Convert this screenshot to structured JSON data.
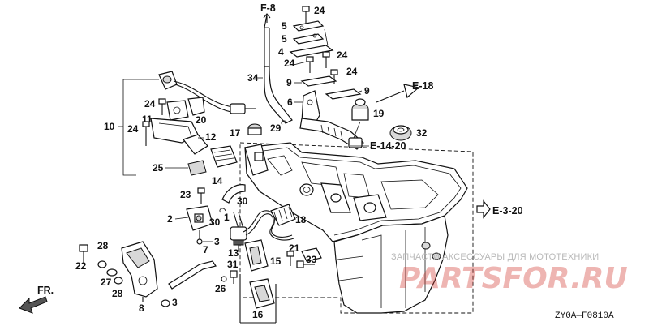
{
  "diagram": {
    "references": {
      "f8": "F-8",
      "e18": "E-18",
      "e1420": "E-14-20",
      "e320": "E-3-20",
      "fr": "FR."
    },
    "part_numbers": {
      "p1": "1",
      "p2": "2",
      "p3a": "3",
      "p3b": "3",
      "p4": "4",
      "p5a": "5",
      "p5b": "5",
      "p6": "6",
      "p7": "7",
      "p8": "8",
      "p9a": "9",
      "p9b": "9",
      "p10": "10",
      "p11": "11",
      "p12": "12",
      "p13": "13",
      "p14": "14",
      "p15": "15",
      "p16": "16",
      "p17": "17",
      "p18": "18",
      "p19": "19",
      "p20": "20",
      "p21": "21",
      "p22": "22",
      "p23": "23",
      "p24a": "24",
      "p24b": "24",
      "p24c": "24",
      "p24d": "24",
      "p24e": "24",
      "p24f": "24",
      "p25": "25",
      "p26": "26",
      "p27": "27",
      "p28a": "28",
      "p28b": "28",
      "p29": "29",
      "p30a": "30",
      "p30b": "30",
      "p31": "31",
      "p32": "32",
      "p33": "33",
      "p34": "34"
    },
    "drawing_code": "ZY0A—F0810A",
    "watermark": {
      "tagline": "ЗАПЧАСТИ АКСЕССУАРЫ ДЛЯ МОТОТЕХНИКИ",
      "logo": "PARTSFOR.RU"
    }
  }
}
